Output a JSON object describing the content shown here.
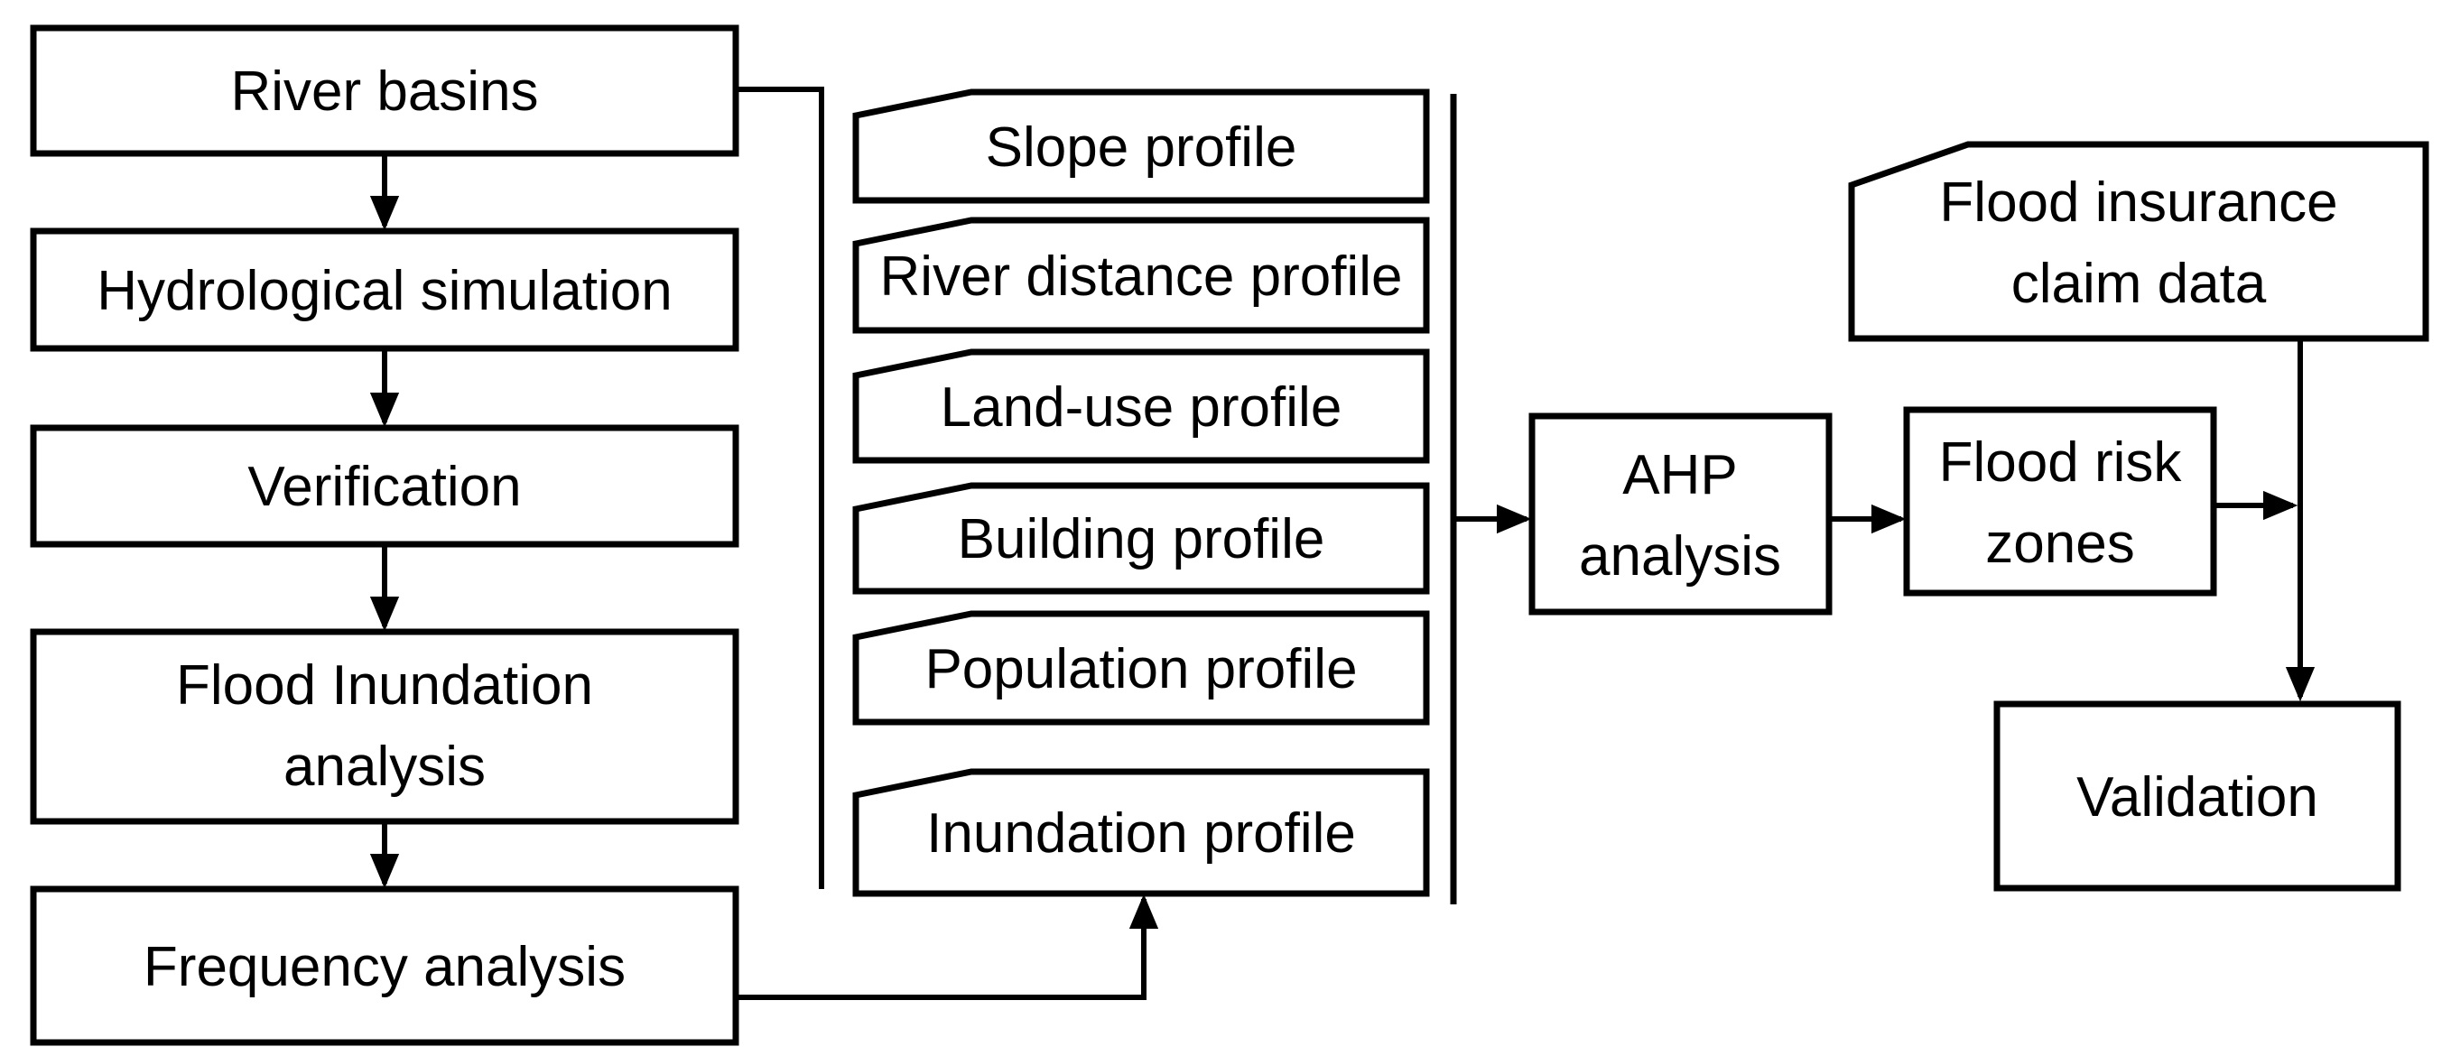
{
  "nodes": {
    "river_basins": {
      "label": "River basins"
    },
    "hydrological_simulation": {
      "label": "Hydrological simulation"
    },
    "verification": {
      "label": "Verification"
    },
    "flood_inundation_analysis": {
      "lines": [
        "Flood Inundation",
        "analysis"
      ]
    },
    "frequency_analysis": {
      "label": "Frequency analysis"
    },
    "slope_profile": {
      "label": "Slope profile"
    },
    "river_distance_profile": {
      "label": "River distance profile"
    },
    "land_use_profile": {
      "label": "Land-use profile"
    },
    "building_profile": {
      "label": "Building profile"
    },
    "population_profile": {
      "label": "Population profile"
    },
    "inundation_profile": {
      "label": "Inundation profile"
    },
    "ahp_analysis": {
      "lines": [
        "AHP",
        "analysis"
      ]
    },
    "flood_risk_zones": {
      "lines": [
        "Flood risk",
        "zones"
      ]
    },
    "flood_insurance_claim_data": {
      "lines": [
        "Flood insurance",
        "claim data"
      ]
    },
    "validation": {
      "label": "Validation"
    }
  },
  "colors": {
    "background": "#ffffff",
    "box_fill": "#ffffff",
    "box_stroke": "#000000",
    "text": "#000000",
    "connector": "#000000"
  }
}
